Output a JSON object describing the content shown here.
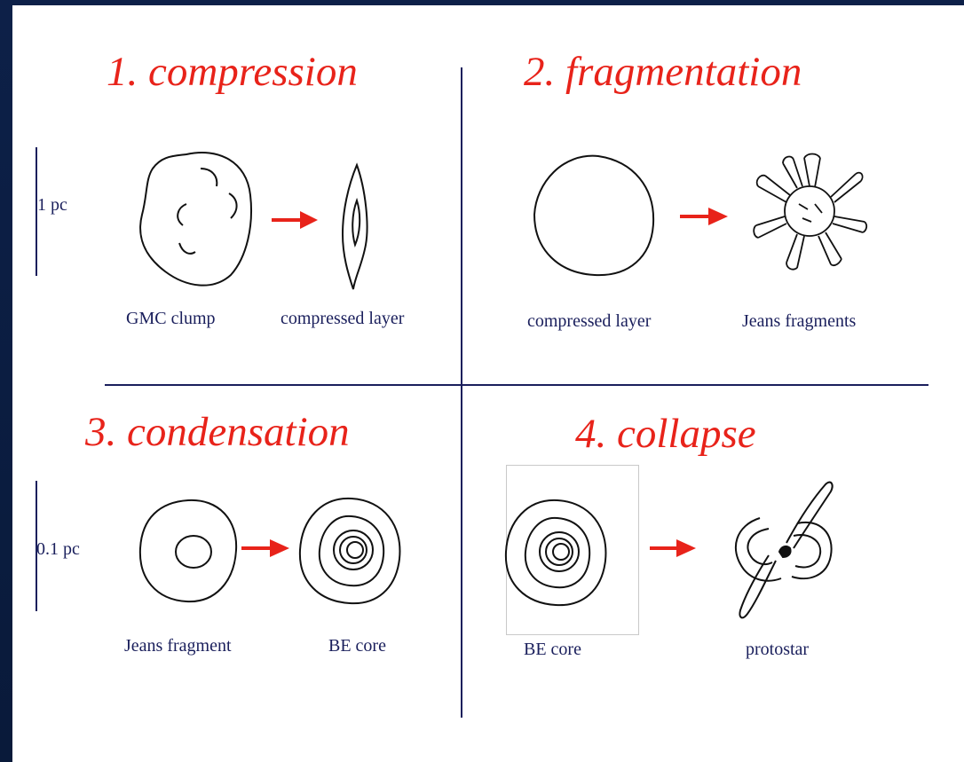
{
  "panels": [
    {
      "title": "1. compression",
      "left_label": "GMC clump",
      "right_label": "compressed layer"
    },
    {
      "title": "2. fragmentation",
      "left_label": "compressed layer",
      "right_label": "Jeans fragments"
    },
    {
      "title": "3. condensation",
      "left_label": "Jeans fragment",
      "right_label": "BE core"
    },
    {
      "title": "4. collapse",
      "left_label": "BE core",
      "right_label": "protostar"
    }
  ],
  "scales": {
    "top": "1 pc",
    "bottom": "0.1 pc"
  },
  "colors": {
    "title": "#e8231a",
    "arrow": "#e8231a",
    "text": "#1a1f5c",
    "divider": "#1a1f5c",
    "background": "#0b1d3a"
  }
}
